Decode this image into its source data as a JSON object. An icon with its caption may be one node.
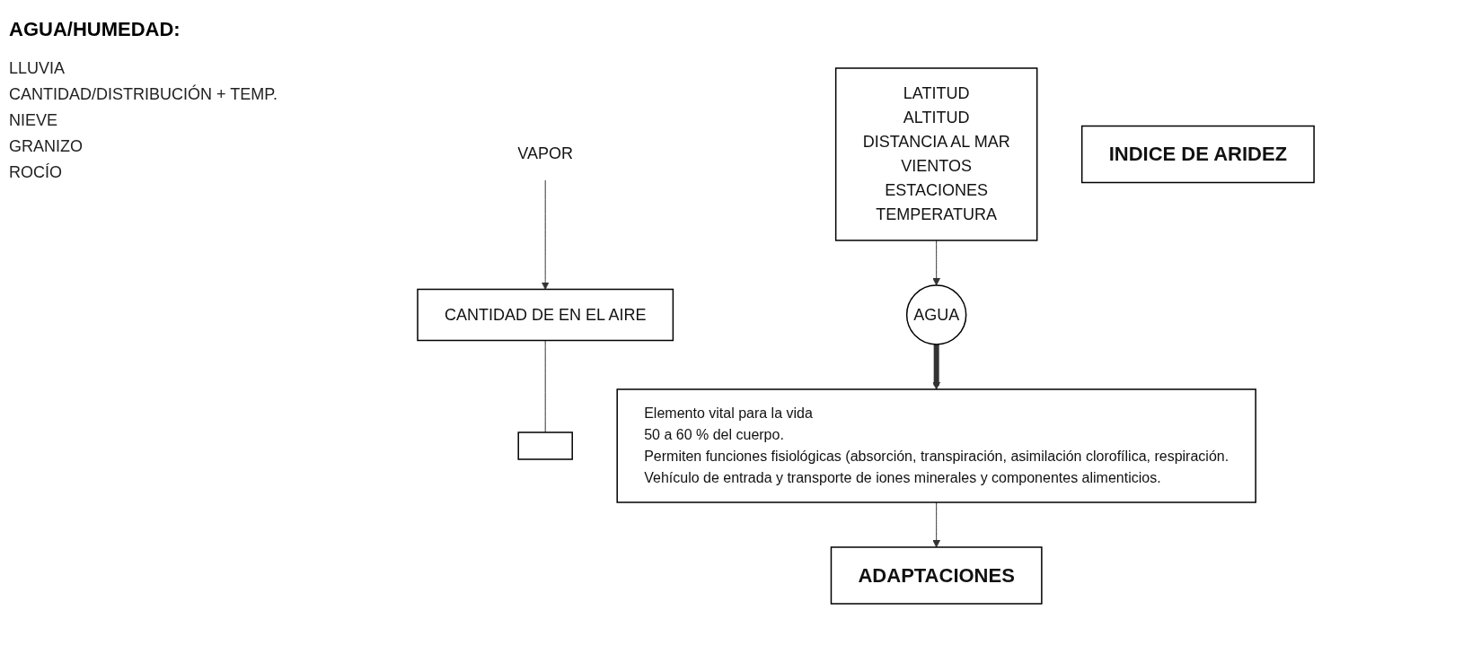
{
  "diagram": {
    "title": "AGUA/HUMEDAD:",
    "nodes": [
      {
        "text": [
          "LATITUD",
          "ALTITUD",
          "DISTANCIA AL MAR",
          "VIENTOS",
          "ESTACIONES",
          "TEMPERATURA"
        ]
      },
      {
        "text": [
          "AGUA"
        ]
      },
      {
        "text": [
          "VAPOR"
        ]
      },
      {
        "text": [
          "INDICE DE ARIDEZ"
        ]
      },
      {
        "text": [
          "CANTIDAD DE EN EL AIRE"
        ]
      },
      {
        "text": [],
        "shape": "box"
      },
      {
        "text": [
          "Elemento vital para la vida",
          "50 a 60 % del cuerpo.",
          "Permiten funciones fisiológicas (absorción, transpiración, asimilación clorofílica, respiración.",
          "Vehículo de entrada y transporte de iones minerales y componentes alimenticios."
        ]
      },
      {
        "text": [
          "ADAPTACIONES"
        ]
      }
    ],
    "edges": [
      {
        "from": 0,
        "to": 1,
        "arrow": "to"
      },
      {
        "from": 1,
        "to": 6,
        "arrow": "to",
        "style": "thick"
      },
      {
        "from": 2,
        "to": 4,
        "arrow": "to"
      },
      {
        "from": 4,
        "to": 5,
        "arrow": "none"
      },
      {
        "from": 6,
        "to": 7,
        "arrow": "to"
      }
    ],
    "labels": [
      "LLUVIA",
      "CANTIDAD/DISTRIBUCIÓN + TEMP.",
      "NIEVE",
      "GRANIZO",
      "ROCÍO"
    ]
  }
}
